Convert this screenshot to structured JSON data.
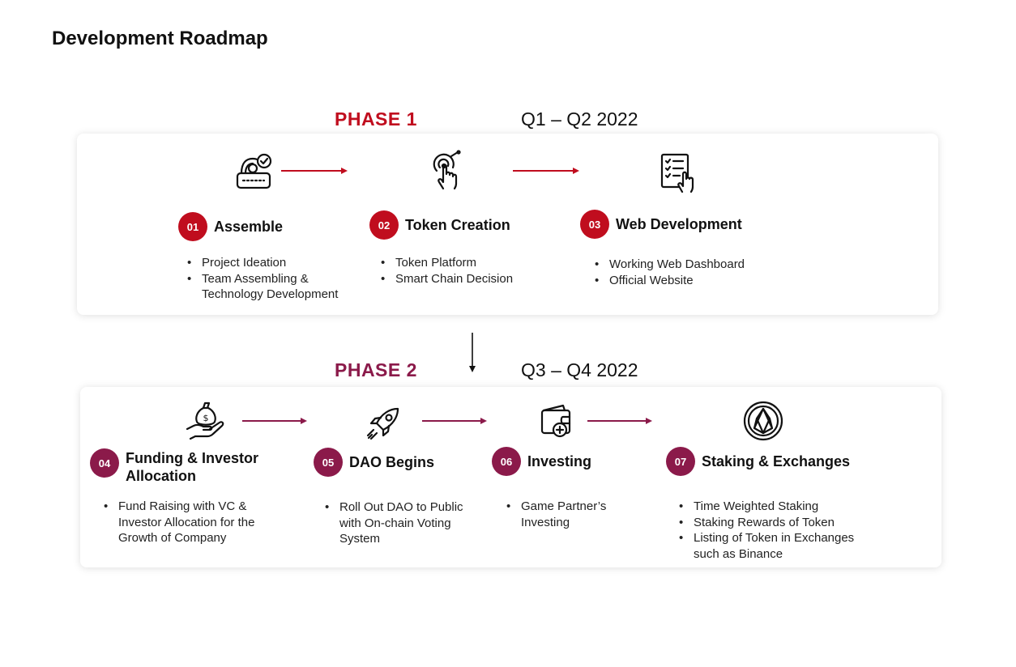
{
  "title": "Development Roadmap",
  "colors": {
    "phase1": "#c00d1e",
    "phase2": "#8b1a4a",
    "arrow1": "#c00d1e",
    "arrow2": "#8b1a4a"
  },
  "phases": [
    {
      "label": "PHASE 1",
      "period": "Q1 – Q2 2022",
      "steps": [
        {
          "number": "01",
          "title": "Assemble",
          "icon": "server-check-icon",
          "bullets": [
            "Project Ideation",
            "Team Assembling & Technology Development"
          ]
        },
        {
          "number": "02",
          "title": "Token Creation",
          "icon": "touch-target-icon",
          "bullets": [
            "Token Platform",
            "Smart Chain Decision"
          ]
        },
        {
          "number": "03",
          "title": "Web Development",
          "icon": "checklist-hand-icon",
          "bullets": [
            "Working Web Dashboard",
            "Official Website"
          ]
        }
      ]
    },
    {
      "label": "PHASE 2",
      "period": "Q3 – Q4 2022",
      "steps": [
        {
          "number": "04",
          "title": "Funding & Investor Allocation",
          "icon": "money-bag-hand-icon",
          "bullets": [
            "Fund Raising with VC & Investor Allocation for the Growth of Company"
          ]
        },
        {
          "number": "05",
          "title": "DAO Begins",
          "icon": "rocket-icon",
          "bullets": [
            "Roll Out DAO to Public with On-chain Voting System"
          ]
        },
        {
          "number": "06",
          "title": "Investing",
          "icon": "wallet-plus-icon",
          "bullets": [
            "Game Partner’s Investing"
          ]
        },
        {
          "number": "07",
          "title": "Staking & Exchanges",
          "icon": "eos-coin-icon",
          "bullets": [
            "Time Weighted Staking",
            "Staking Rewards of Token",
            "Listing of Token in Exchanges such as Binance"
          ]
        }
      ]
    }
  ]
}
